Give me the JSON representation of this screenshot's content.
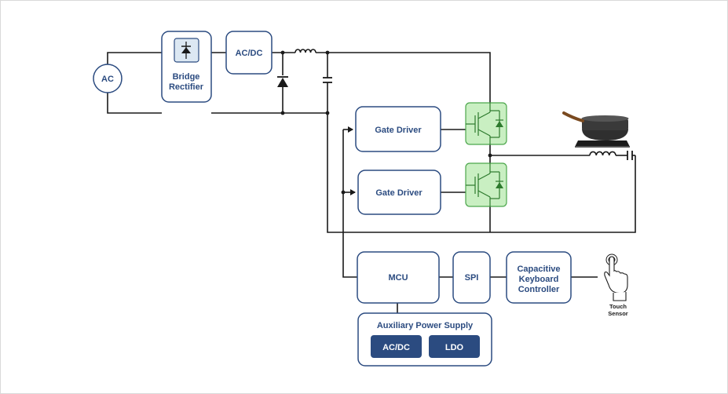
{
  "blocks": {
    "ac_source": "AC",
    "bridge_rectifier_1": "Bridge",
    "bridge_rectifier_2": "Rectifier",
    "acdc_main": "AC/DC",
    "gate_driver_top": "Gate Driver",
    "gate_driver_bottom": "Gate Driver",
    "mcu": "MCU",
    "spi": "SPI",
    "capacitive_1": "Capacitive",
    "capacitive_2": "Keyboard",
    "capacitive_3": "Controller",
    "aux_power_supply": "Auxiliary Power Supply",
    "aux_acdc": "AC/DC",
    "aux_ldo": "LDO",
    "touch_sensor_1": "Touch",
    "touch_sensor_2": "Sensor"
  },
  "colors": {
    "block_stroke": "#2b4b80",
    "label_text": "#2b4b80",
    "dark_fill": "#2b4b80",
    "igbt_fill": "#c9efc2",
    "igbt_stroke": "#4ca64c",
    "wire": "#1a1a1a"
  },
  "icons": [
    "diode-icon",
    "inductor-icon",
    "capacitor-icon",
    "igbt-icon",
    "induction-cooktop-icon",
    "touch-hand-icon"
  ]
}
